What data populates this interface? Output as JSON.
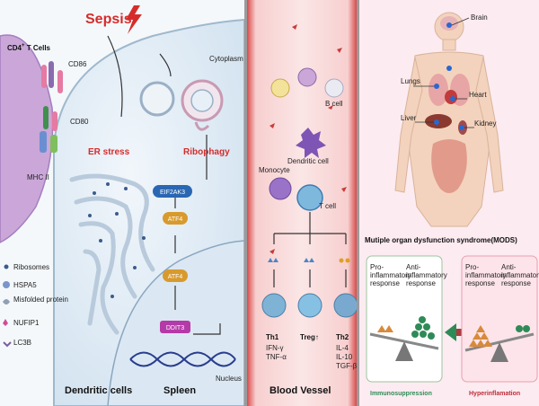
{
  "left_panel": {
    "sepsis": "Sepsis",
    "cd4": "CD4",
    "cd4_sup": "+",
    "cd4_rest": " T Cells",
    "cd86": "CD86",
    "cd80": "CD80",
    "mhc": "MHC II",
    "cytoplasm": "Cytoplasm",
    "er_stress": "ER stress",
    "ribophagy": "Ribophagy",
    "eif2ak3": "EIF2AK3",
    "atf4_a": "ATF4",
    "atf4_b": "ATF4",
    "ddit3": "DDIT3",
    "nucleus": "Nucleus",
    "dendritic_cells": "Dendritic cells",
    "spleen": "Spleen",
    "legend": [
      "Ribosomes",
      "HSPA5",
      "Misfolded protein",
      "NUFIP1",
      "LC3B"
    ]
  },
  "middle_panel": {
    "b_cell": "B cell",
    "dendritic_cell": "Dendritic cell",
    "monocyte": "Monocyte",
    "t_cell": "T cell",
    "th1": "Th1",
    "th1_cyto": [
      "IFN-γ",
      "TNF-α"
    ],
    "treg": "Treg↑",
    "th2": "Th2",
    "th2_cyto": [
      "IL-4",
      "IL-10",
      "TGF-β"
    ],
    "title": "Blood Vessel"
  },
  "right_panel": {
    "organs": {
      "brain": "Brain",
      "lungs": "Lungs",
      "heart": "Heart",
      "liver": "Liver",
      "kidney": "Kidney"
    },
    "mods": "Mutiple organ dysfunction syndrome(MODS)",
    "left_pro": [
      "Pro-",
      "inflammatory",
      "response"
    ],
    "left_anti": [
      "Anti-",
      "inflammatory",
      "response"
    ],
    "right_pro": [
      "Pro-",
      "inflammatory",
      "response"
    ],
    "right_anti": [
      "Anti-",
      "inflammatory",
      "response"
    ],
    "immunosuppression": "Immunosuppression",
    "hyperinflammation": "Hyperinflamation"
  },
  "colors": {
    "left_bg": "#eaf2f8",
    "cell_purple": "#c9a6d8",
    "vessel_red": "#c93b3b",
    "vessel_fill": "#fbe3e3",
    "right_bg": "#fbe8ef",
    "immuno_green": "#2e8b57",
    "hyper_red": "#c02d3a",
    "atf_orange": "#d89a2c",
    "eif_blue": "#2a67b3",
    "ddit_purple": "#b43aa8"
  }
}
